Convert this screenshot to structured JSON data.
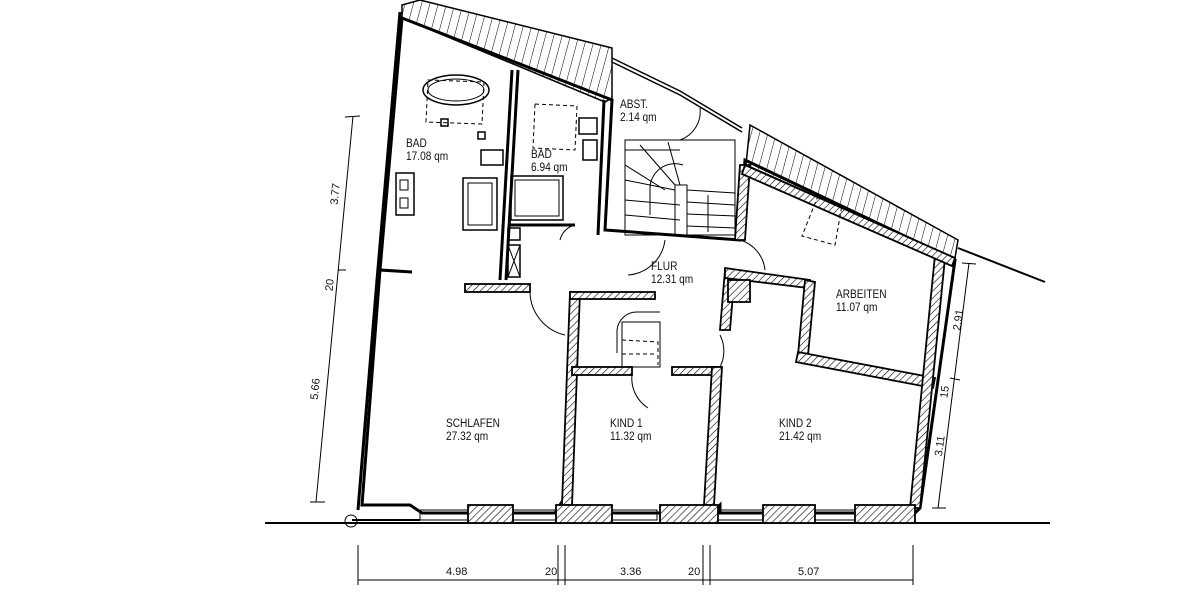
{
  "plan": {
    "type": "floor-plan",
    "rooms": [
      {
        "id": "bad1",
        "name": "BAD",
        "area": "17.08 qm"
      },
      {
        "id": "bad2",
        "name": "BAD",
        "area": "6.94 qm"
      },
      {
        "id": "abst",
        "name": "ABST.",
        "area": "2.14 qm"
      },
      {
        "id": "flur",
        "name": "FLUR",
        "area": "12.31 qm"
      },
      {
        "id": "arbeiten",
        "name": "ARBEITEN",
        "area": "11.07 qm"
      },
      {
        "id": "schlafen",
        "name": "SCHLAFEN",
        "area": "27.32 qm"
      },
      {
        "id": "kind1",
        "name": "KIND 1",
        "area": "11.32 qm"
      },
      {
        "id": "kind2",
        "name": "KIND 2",
        "area": "21.42 qm"
      }
    ],
    "dimensions": {
      "left": [
        "3.77",
        "20",
        "5.66"
      ],
      "right": [
        "2.91",
        "15",
        "3.11"
      ],
      "bottom": [
        "4.98",
        "20",
        "3.36",
        "20",
        "5.07"
      ]
    }
  }
}
